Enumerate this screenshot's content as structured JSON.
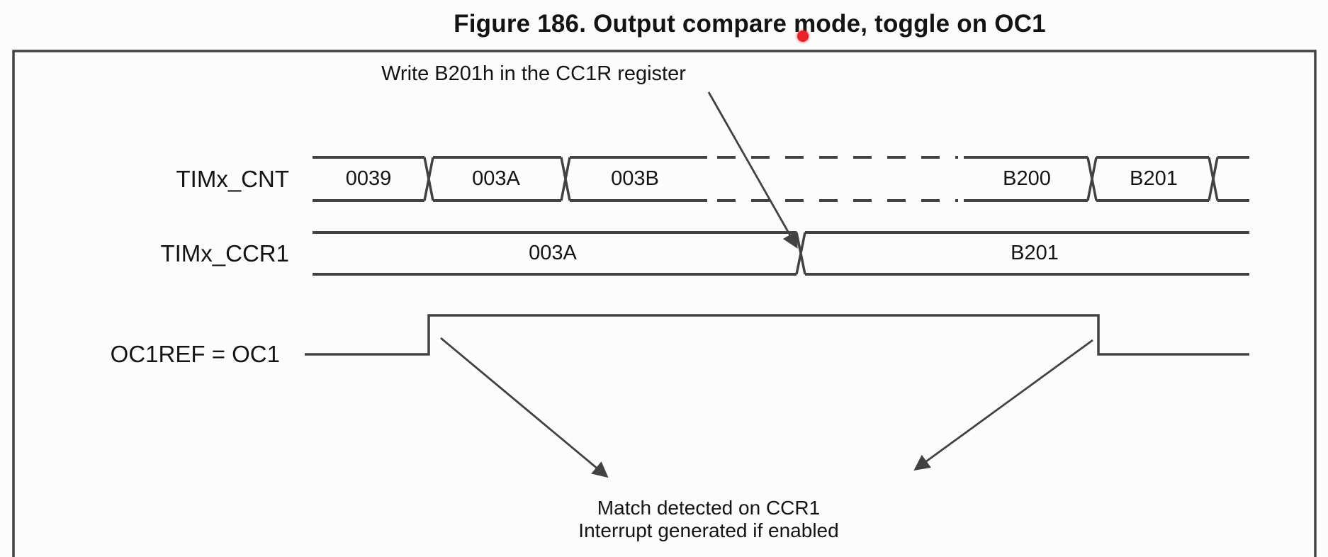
{
  "figure": {
    "title": "Figure 186. Output compare mode, toggle on OC1",
    "annotation": "Write B201h in the CC1R register",
    "match_note_line1": "Match detected on CCR1",
    "match_note_line2": "Interrupt generated if enabled"
  },
  "signals": {
    "cnt": {
      "label": "TIMx_CNT",
      "values": [
        "0039",
        "003A",
        "003B",
        "B200",
        "B201"
      ]
    },
    "ccr1": {
      "label": "TIMx_CCR1",
      "values": [
        "003A",
        "B201"
      ]
    },
    "oc1ref": {
      "label": "OC1REF = OC1"
    }
  },
  "colors": {
    "line": "#424242",
    "text": "#141414",
    "cursor_dot": "#e82228",
    "background": "#fcfcfc"
  }
}
